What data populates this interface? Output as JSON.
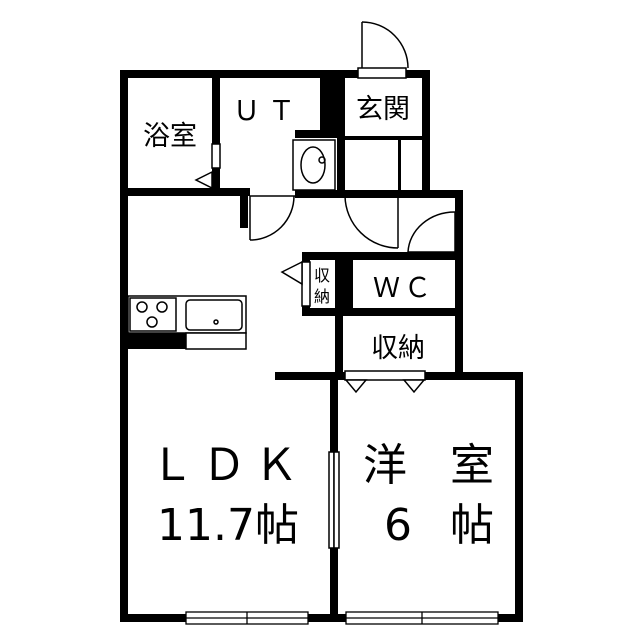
{
  "rooms": {
    "bath": "浴室",
    "utility": "ＵＴ",
    "entrance": "玄関",
    "storage_small": [
      "収",
      "納"
    ],
    "wc": "ＷＣ",
    "storage": "収納",
    "ldk_name": "ＬＤＫ",
    "ldk_size": "11.7帖",
    "western_name": [
      "洋",
      "室"
    ],
    "western_size": [
      "6",
      "帖"
    ]
  },
  "colors": {
    "wall": "#000000",
    "floor": "#ffffff",
    "fixture": "#cccccc"
  },
  "icons": [
    "stove-icon",
    "sink-icon",
    "washbasin-icon",
    "door-swing-icon",
    "window-icon"
  ]
}
